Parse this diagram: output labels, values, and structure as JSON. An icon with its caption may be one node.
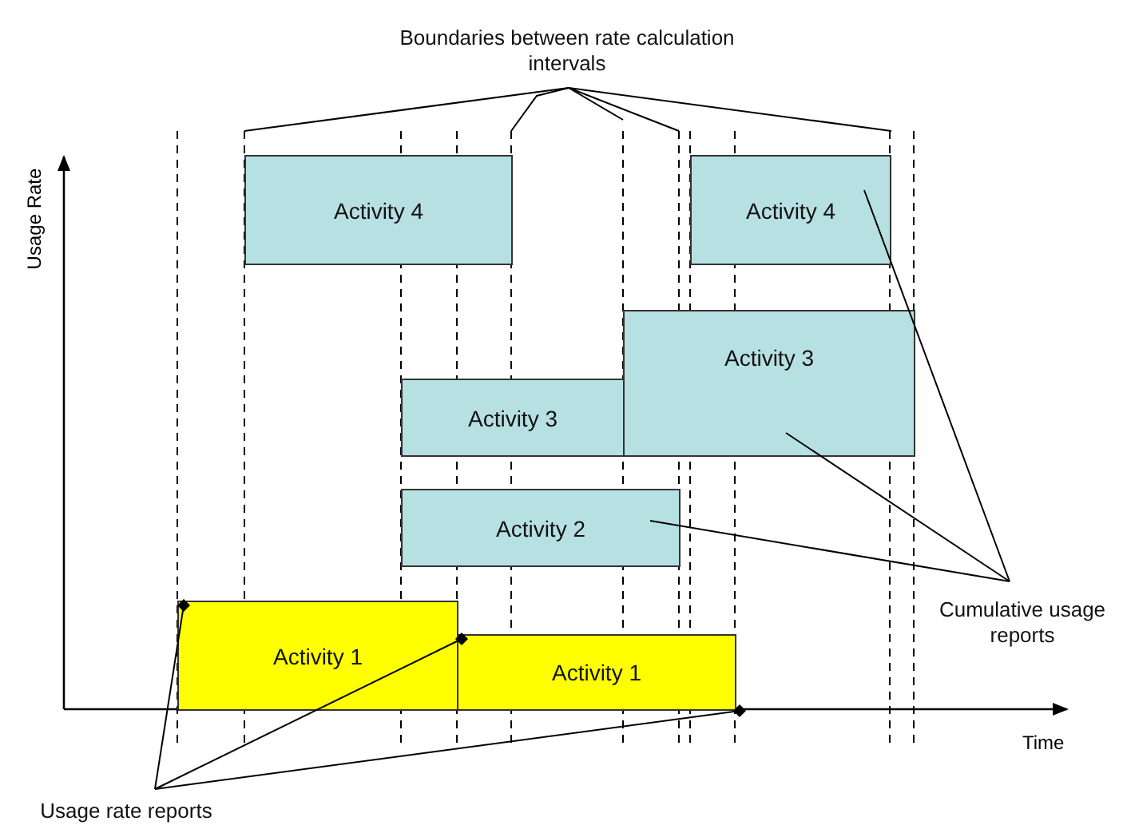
{
  "diagram": {
    "nodes": [
      {
        "text": [
          "Activity 4"
        ]
      },
      {
        "text": [
          "Activity 4"
        ]
      },
      {
        "text": [
          "Activity 3"
        ]
      },
      {
        "text": [
          "Activity 3"
        ]
      },
      {
        "text": [
          "Activity 2"
        ]
      },
      {
        "text": [
          "Activity 1"
        ]
      },
      {
        "text": [
          "Activity 1"
        ]
      },
      {
        "text": [
          "Boundaries between rate calculation intervals"
        ]
      },
      {
        "text": [
          "Cumulative usage reports"
        ]
      },
      {
        "text": [
          "Usage rate reports"
        ]
      }
    ],
    "edges": [
      {
        "from": 7,
        "to": null,
        "arrow": "none"
      },
      {
        "from": 7,
        "to": null,
        "arrow": "none"
      },
      {
        "from": 7,
        "to": null,
        "arrow": "none"
      },
      {
        "from": 7,
        "to": null,
        "arrow": "none"
      },
      {
        "from": 7,
        "to": null,
        "arrow": "none"
      },
      {
        "from": 8,
        "to": 1,
        "arrow": "none"
      },
      {
        "from": 8,
        "to": 3,
        "arrow": "none"
      },
      {
        "from": 8,
        "to": 4,
        "arrow": "none"
      },
      {
        "from": 9,
        "to": 5,
        "arrow": "other"
      },
      {
        "from": 9,
        "to": 6,
        "arrow": "other"
      },
      {
        "from": 9,
        "to": 6,
        "arrow": "other"
      }
    ],
    "labels": [
      "Usage Rate",
      "Time"
    ]
  }
}
